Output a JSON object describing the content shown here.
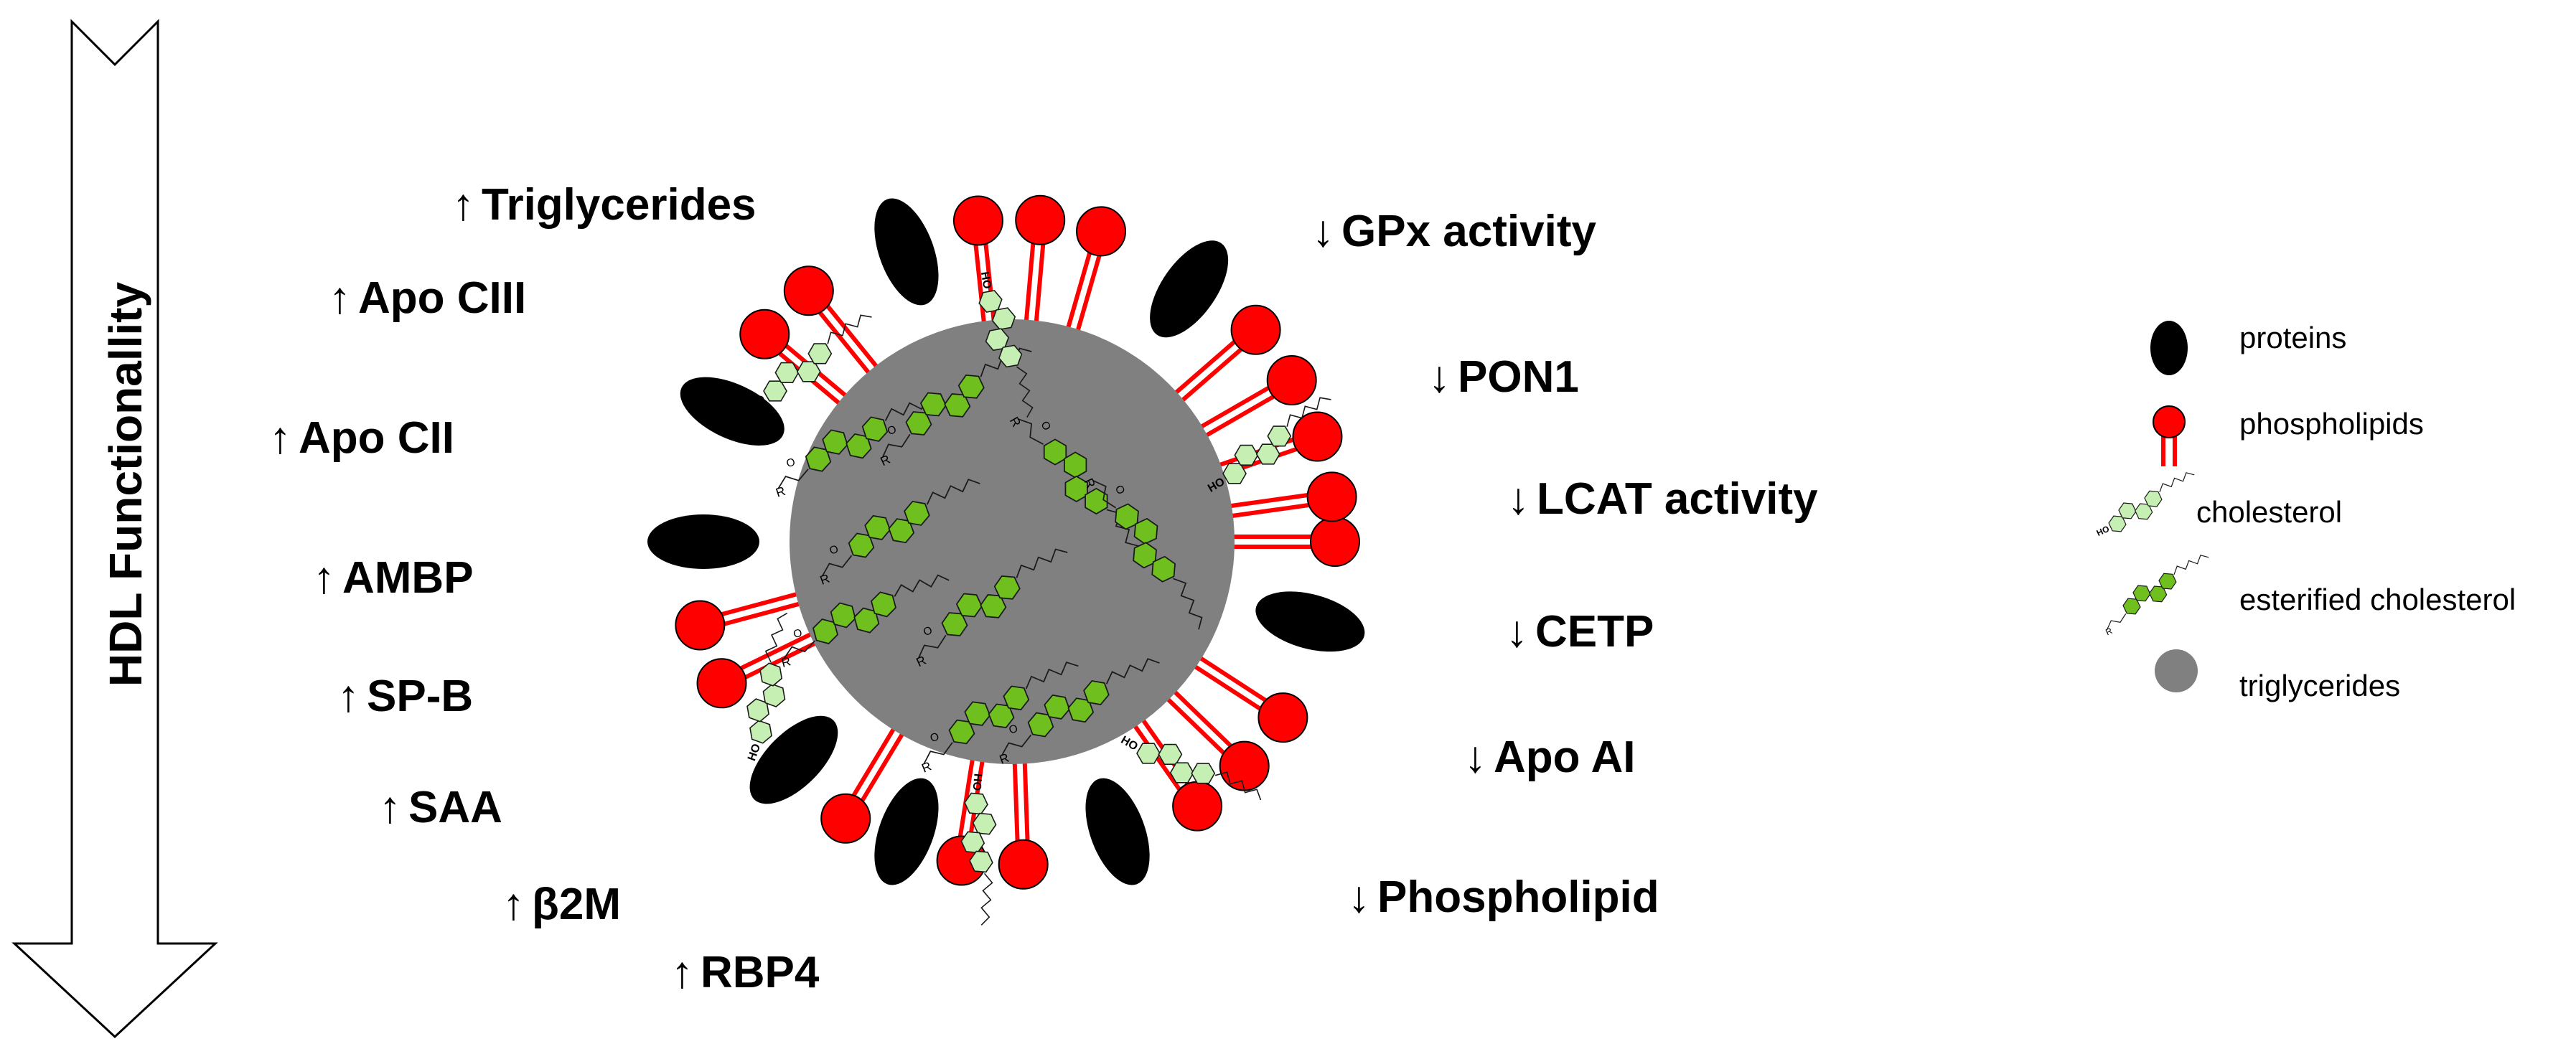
{
  "axis": {
    "title": "HDL Functionallity"
  },
  "increased": [
    {
      "arrow": "↑",
      "text": "Triglycerides"
    },
    {
      "arrow": "↑",
      "text": "Apo CIII"
    },
    {
      "arrow": "↑",
      "text": "Apo CII"
    },
    {
      "arrow": "↑",
      "text": "AMBP"
    },
    {
      "arrow": "↑",
      "text": "SP-B"
    },
    {
      "arrow": "↑",
      "text": "SAA"
    },
    {
      "arrow": "↑",
      "text": "β2M"
    },
    {
      "arrow": "↑",
      "text": "RBP4"
    }
  ],
  "decreased": [
    {
      "arrow": "↓",
      "text": "GPx activity"
    },
    {
      "arrow": "↓",
      "text": "PON1"
    },
    {
      "arrow": "↓",
      "text": "LCAT activity"
    },
    {
      "arrow": "↓",
      "text": "CETP"
    },
    {
      "arrow": "↓",
      "text": "Apo AI"
    },
    {
      "arrow": "↓",
      "text": "Phospholipid"
    }
  ],
  "legend": {
    "proteins": "proteins",
    "phospholipids": "phospholipids",
    "cholesterol": "cholesterol",
    "esterified": "esterified  cholesterol",
    "triglycerides": "triglycerides"
  },
  "molecule_labels": {
    "hydroxyl": "HO",
    "ester_r": "R",
    "ester_o": "O"
  },
  "colors": {
    "phospholipid_head": "#ff0000",
    "phospholipid_tail": "#ff0000",
    "protein": "#000000",
    "core": "#808080",
    "cholesterol": "#c6f0b3",
    "esterified_cholesterol": "#6fbf1f"
  }
}
